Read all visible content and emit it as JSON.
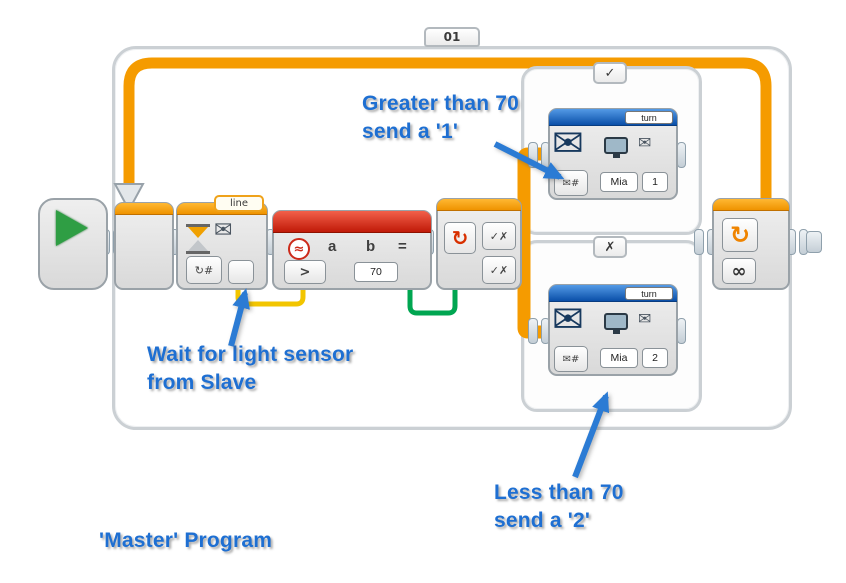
{
  "palette": {
    "orange": "#F59B00",
    "red_header": "#C01A08",
    "blue_header": "#0A4FA8",
    "yellow_wire": "#F2C500",
    "green_wire": "#00A651",
    "annotation_blue": "#1E6FD2",
    "play_green": "#2F9E44"
  },
  "loop": {
    "tab_label": "01",
    "mode_infinity": "∞"
  },
  "icons": {
    "envelope": "✉",
    "loop_arrow": "↻"
  },
  "receive_block": {
    "mailbox_tab": "line",
    "mode_button": "↻#"
  },
  "compare_block": {
    "icon": "≈",
    "input_a": "a",
    "input_b": "b",
    "output": "=",
    "operator": ">",
    "threshold": "70"
  },
  "switch_block": {
    "toggle_top": "✓✗",
    "toggle_bottom": "✓✗"
  },
  "branches": {
    "true_tab": "✓",
    "false_tab": "✗"
  },
  "send_true": {
    "mode_tab": "turn",
    "slave_name": "Mia",
    "message": "1",
    "mode_button": "✉#"
  },
  "send_false": {
    "mode_tab": "turn",
    "slave_name": "Mia",
    "message": "2",
    "mode_button": "✉#"
  },
  "annotations": {
    "greater": "Greater than 70\nsend a '1'",
    "wait": "Wait for light sensor\nfrom Slave",
    "less": "Less than 70\nsend a '2'",
    "program": "'Master' Program"
  }
}
